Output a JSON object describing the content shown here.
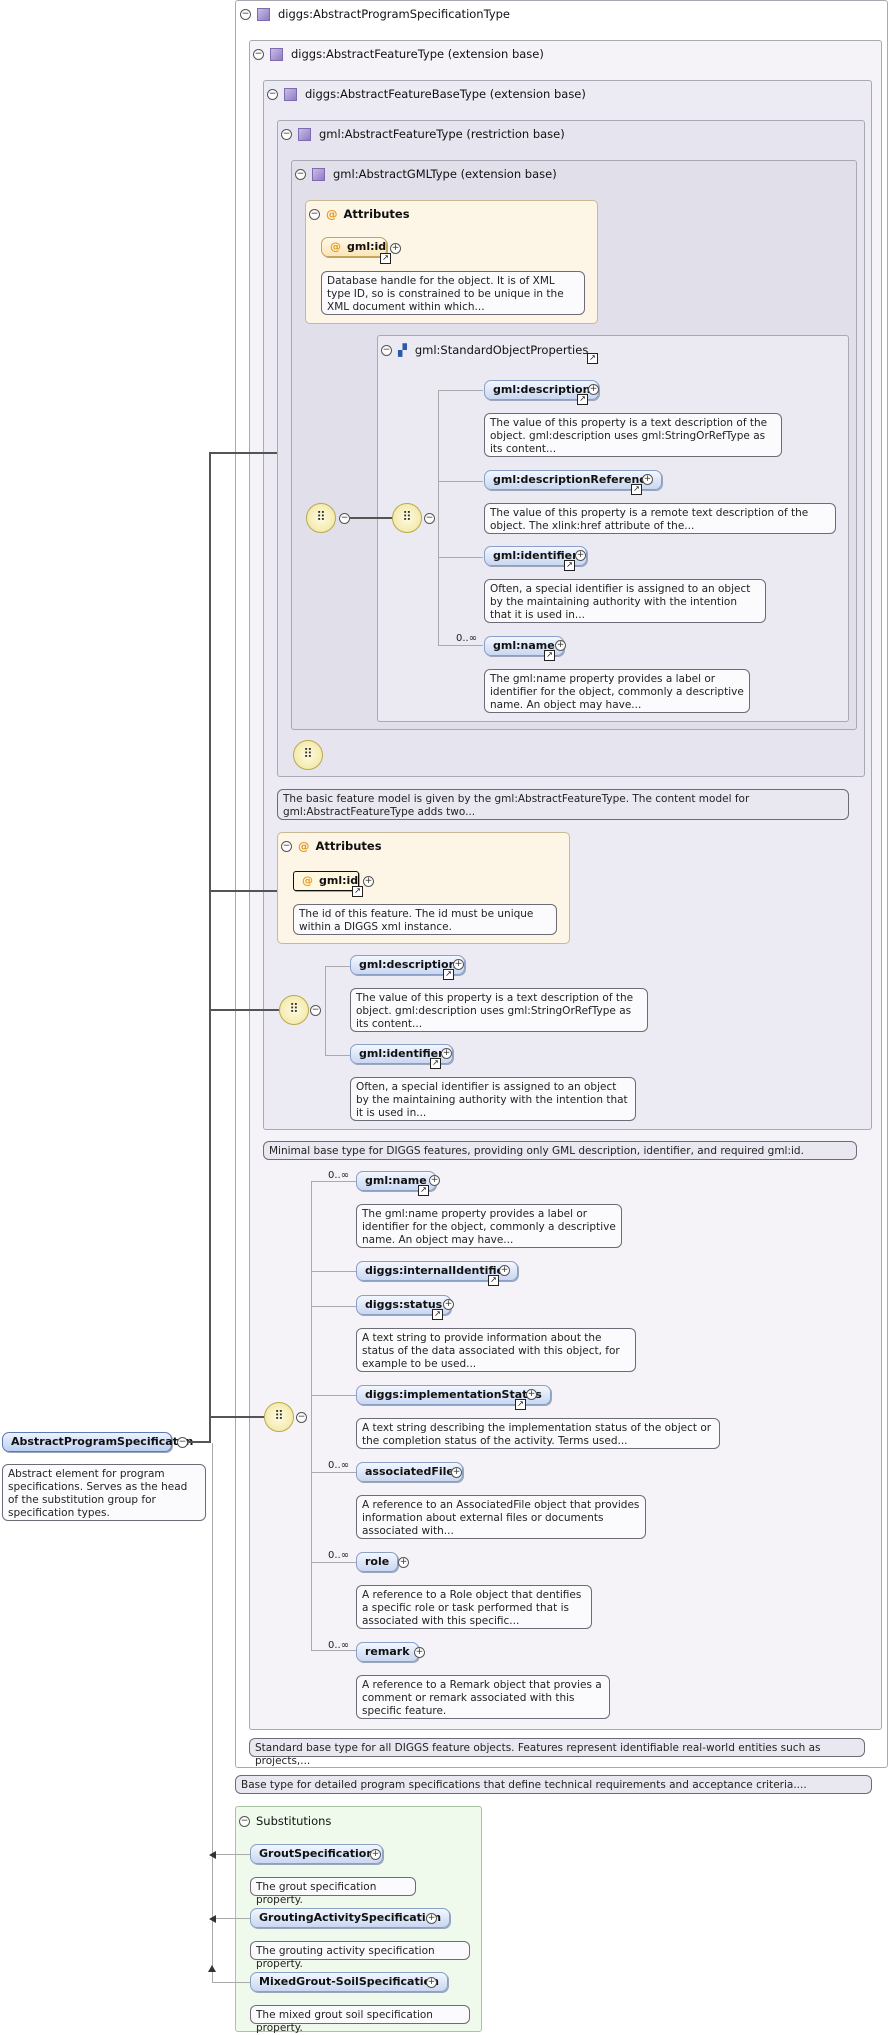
{
  "root": {
    "name": "AbstractProgramSpecificaton",
    "desc": "Abstract element for program specifications. Serves as the head of the substitution group for specification types."
  },
  "types": {
    "t1": "diggs:AbstractProgramSpecificationType",
    "t2": "diggs:AbstractFeatureType (extension base)",
    "t3": "diggs:AbstractFeatureBaseType (extension base)",
    "t4": "gml:AbstractFeatureType (restriction base)",
    "t5": "gml:AbstractGMLType (extension base)"
  },
  "attributes_label": "Attributes",
  "gml_attrs": {
    "id_name": "gml:id",
    "id_desc": "Database handle for the object. It is of XML type ID, so is constrained to be unique in the XML document within which..."
  },
  "std_props": {
    "title": "gml:StandardObjectProperties",
    "items": [
      {
        "name": "gml:description",
        "desc": "The value of this property is a text description of the object. gml:description uses gml:StringOrRefType as its content..."
      },
      {
        "name": "gml:descriptionReference",
        "desc": "The value of this property is a remote text description of the object. The xlink:href attribute of the..."
      },
      {
        "name": "gml:identifier",
        "desc": "Often, a special identifier is assigned to an object by the maintaining authority with the intention that it is used in..."
      },
      {
        "name": "gml:name",
        "card": "0..∞",
        "desc": "The gml:name property provides a label or identifier for the object, commonly a descriptive name. An object may have..."
      }
    ]
  },
  "feature_desc": "The basic feature model is given by the gml:AbstractFeatureType. The content model for gml:AbstractFeatureType adds two...",
  "base_attrs": {
    "id_name": "gml:id",
    "id_desc": "The id of this feature. The id must be unique within a DIGGS xml instance."
  },
  "base_seq": [
    {
      "name": "gml:description",
      "desc": "The value of this property is a text description of the object. gml:description uses gml:StringOrRefType as its content..."
    },
    {
      "name": "gml:identifier",
      "desc": "Often, a special identifier is assigned to an object by the maintaining authority with the intention that it is used in..."
    }
  ],
  "base_type_desc": "Minimal base type for DIGGS features, providing only GML description, identifier, and required gml:id.",
  "feature_seq": [
    {
      "name": "gml:name",
      "card": "0..∞",
      "desc": "The gml:name property provides a label or identifier for the object, commonly a descriptive name. An object may have..."
    },
    {
      "name": "diggs:internalIdentifier"
    },
    {
      "name": "diggs:status",
      "desc": "A text string to provide information about the status of the data associated with this object, for example to be used..."
    },
    {
      "name": "diggs:implementationStatus",
      "desc": "A text string describing the implementation status of the object or the completion status of the activity. Terms used..."
    },
    {
      "name": "associatedFile",
      "card": "0..∞",
      "desc": "A reference to an AssociatedFile object that provides information about external files or documents associated with..."
    },
    {
      "name": "role",
      "card": "0..∞",
      "desc": "A reference to a Role object that dentifies a specific role or task performed that is associated with this specific..."
    },
    {
      "name": "remark",
      "card": "0..∞",
      "desc": "A reference to a Remark object that provies a comment or remark associated with this specific feature."
    }
  ],
  "feature_type_desc": "Standard base type for all DIGGS feature objects. Features represent identifiable real-world entities such as projects,...",
  "program_type_desc": "Base type for detailed program specifications that define technical requirements and acceptance criteria....",
  "substitutions": {
    "title": "Substitutions",
    "items": [
      {
        "name": "GroutSpecification",
        "desc": "The grout specification property."
      },
      {
        "name": "GroutingActivitySpecification",
        "desc": "The grouting activity specification property."
      },
      {
        "name": "MixedGrout-SoilSpecification",
        "desc": "The mixed grout soil specification property."
      }
    ]
  },
  "glyphs": {
    "collapse": "−",
    "expand": "+",
    "link": "↗",
    "sequence": "⠿"
  },
  "colors": {
    "element_fill": "#c9d7f1",
    "attr_fill": "#fdf5e6",
    "subst_fill": "#effaec",
    "type_fill": "#e6e4ee"
  }
}
